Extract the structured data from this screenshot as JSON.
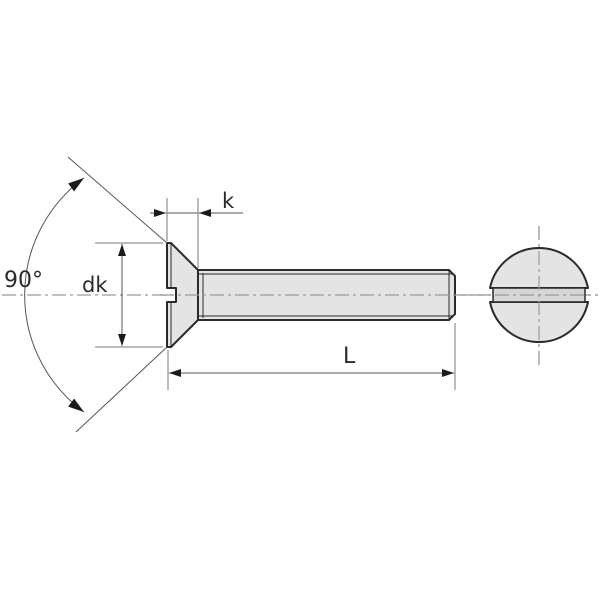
{
  "diagram": {
    "subject": "Countersunk slotted head screw",
    "labels": {
      "angle": "90°",
      "head_diameter": "dk",
      "head_height": "k",
      "length": "L"
    },
    "views": [
      "side-view",
      "end-view"
    ],
    "colors": {
      "outline": "#2a2a2a",
      "fill": "#e4e4e4",
      "dimension_line": "#6a6a6a",
      "centerline": "#9a9a9a",
      "background": "#ffffff"
    }
  }
}
